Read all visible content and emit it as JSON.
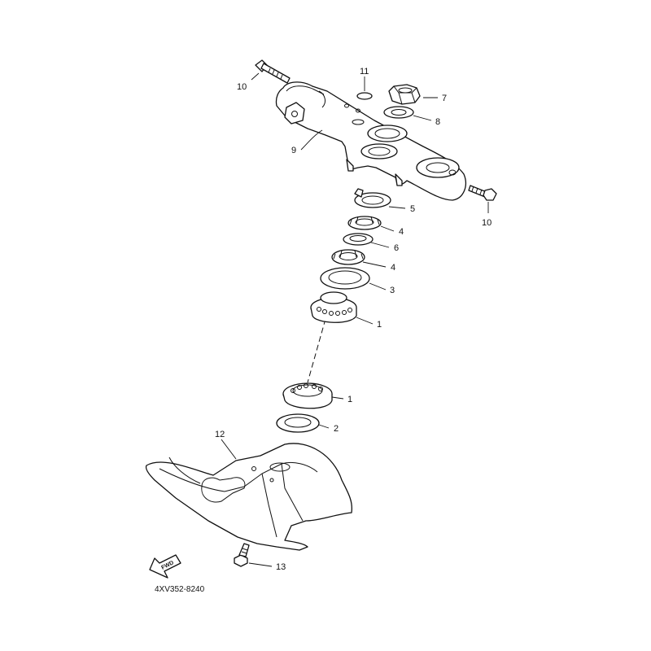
{
  "diagram_code": "4XV352-8240",
  "fwd_label": "FWD",
  "callouts": {
    "c1_upper": "1",
    "c1_lower": "1",
    "c2": "2",
    "c3": "3",
    "c4_upper": "4",
    "c4_lower": "4",
    "c5": "5",
    "c6": "6",
    "c7": "7",
    "c8": "8",
    "c9": "9",
    "c10_left": "10",
    "c10_right": "10",
    "c11": "11",
    "c12": "12",
    "c13": "13"
  }
}
